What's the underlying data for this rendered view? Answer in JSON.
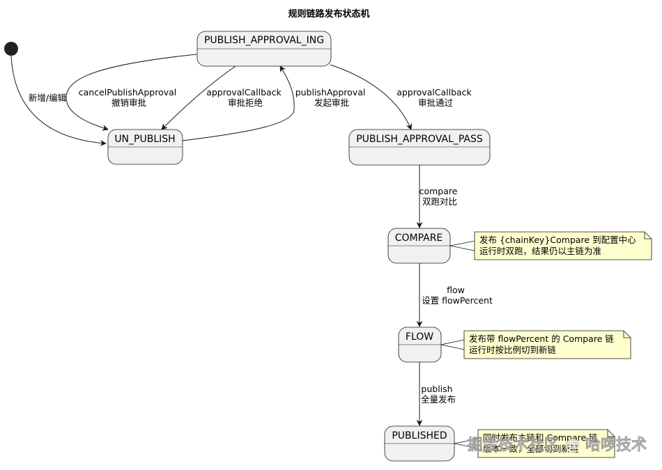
{
  "title": "规则链路发布状态机",
  "states": {
    "publish_approval_ing": "PUBLISH_APPROVAL_ING",
    "un_publish": "UN_PUBLISH",
    "publish_approval_pass": "PUBLISH_APPROVAL_PASS",
    "compare": "COMPARE",
    "flow": "FLOW",
    "published": "PUBLISHED"
  },
  "transitions": {
    "init_to_un_publish": [
      "新增/编辑"
    ],
    "cancel": [
      "cancelPublishApproval",
      "撤销审批"
    ],
    "reject": [
      "approvalCallback",
      "审批拒绝"
    ],
    "publish_approval": [
      "publishApproval",
      "发起审批"
    ],
    "pass": [
      "approvalCallback",
      "审批通过"
    ],
    "compare": [
      "compare",
      "双跑对比"
    ],
    "flow": [
      "flow",
      "设置 flowPercent"
    ],
    "publish": [
      "publish",
      "全量发布"
    ]
  },
  "notes": {
    "compare": [
      "发布 {chainKey}Compare 到配置中心",
      "运行时双跑，结果仍以主链为准"
    ],
    "flow": [
      "发布带 flowPercent 的 Compare 链",
      "运行时按比例切到新链"
    ],
    "published": [
      "同时发布主链和 Compare 链",
      "版本一致，全部切到新链"
    ]
  },
  "watermark": "掘金技术社区 @ 哈啰技术",
  "colors": {
    "state_fill": "#f1f1f1",
    "state_stroke": "#181818",
    "note_fill": "#fefece",
    "note_stroke": "#181818",
    "edge": "#181818"
  }
}
